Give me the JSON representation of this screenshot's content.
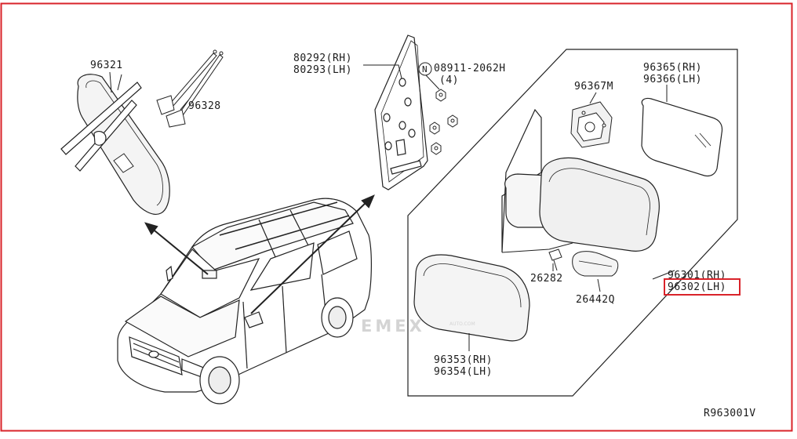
{
  "frame": {
    "border_color": "#d9232a"
  },
  "parts": {
    "p96321": "96321",
    "p96328": "96328",
    "p80292": "80292(RH)",
    "p80293": "80293(LH)",
    "nut_symbol": "N",
    "nut_code": "08911-2062H",
    "nut_qty": "(4)",
    "p96367m": "96367M",
    "p96365": "96365(RH)",
    "p96366": "96366(LH)",
    "p96301": "96301(RH)",
    "p96302": "96302(LH)",
    "p26282": "26282",
    "p26442q": "26442Q",
    "p96353": "96353(RH)",
    "p96354": "96354(LH)"
  },
  "diagram_code": "R963001V",
  "watermark": {
    "text": "EMEX",
    "sub": "AUTO.COM"
  },
  "highlight": {
    "part": "96302(LH)",
    "color": "#d9232a"
  }
}
